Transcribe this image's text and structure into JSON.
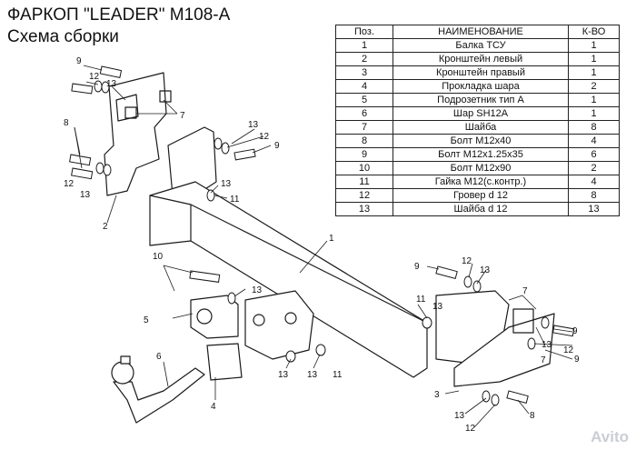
{
  "header": {
    "title": "ФАРКОП \"LEADER\" M108-A",
    "subtitle": "Схема сборки"
  },
  "table": {
    "headers": [
      "Поз.",
      "НАИМЕНОВАНИЕ",
      "К-ВО"
    ],
    "rows": [
      {
        "pos": "1",
        "name": "Балка ТСУ",
        "qty": "1"
      },
      {
        "pos": "2",
        "name": "Кронштейн левый",
        "qty": "1"
      },
      {
        "pos": "3",
        "name": "Кронштейн правый",
        "qty": "1"
      },
      {
        "pos": "4",
        "name": "Прокладка шара",
        "qty": "2"
      },
      {
        "pos": "5",
        "name": "Подрозетник тип А",
        "qty": "1"
      },
      {
        "pos": "6",
        "name": "Шар SH12A",
        "qty": "1"
      },
      {
        "pos": "7",
        "name": "Шайба",
        "qty": "8"
      },
      {
        "pos": "8",
        "name": "Болт М12х40",
        "qty": "4"
      },
      {
        "pos": "9",
        "name": "Болт М12х1.25х35",
        "qty": "6"
      },
      {
        "pos": "10",
        "name": "Болт М12х90",
        "qty": "2"
      },
      {
        "pos": "11",
        "name": "Гайка М12(с.контр.)",
        "qty": "4"
      },
      {
        "pos": "12",
        "name": "Гровер d 12",
        "qty": "8"
      },
      {
        "pos": "13",
        "name": "Шайба d 12",
        "qty": "13"
      }
    ]
  },
  "callouts": [
    "1",
    "2",
    "3",
    "4",
    "5",
    "6",
    "7",
    "8",
    "9",
    "10",
    "11",
    "12",
    "13"
  ],
  "watermark": "Avito",
  "colors": {
    "line": "#1a1a1a",
    "background": "#ffffff"
  }
}
